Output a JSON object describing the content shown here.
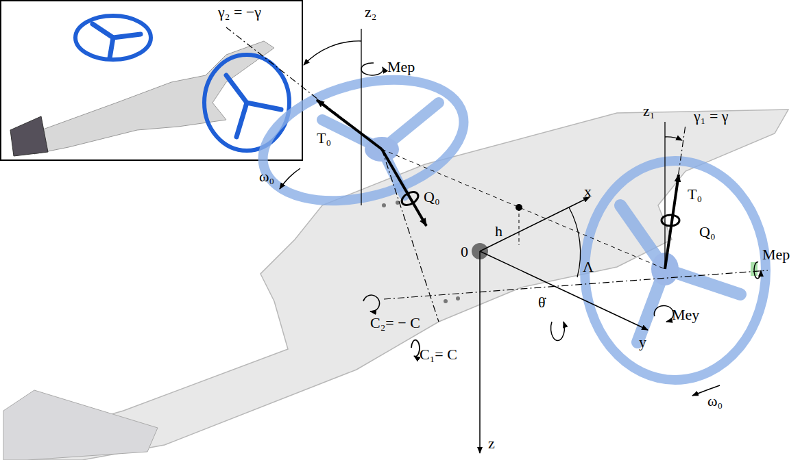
{
  "diagram": {
    "labels": [
      "γ₂ = −γ",
      "z₂",
      "Mep",
      "T₀",
      "ω₀",
      "Q₀",
      "h",
      "x",
      "Λ",
      "0",
      "C₂= − C",
      "C₁= C",
      "θ̇",
      "y",
      "Mey",
      "z",
      "z₁",
      "γ₁ = γ",
      "T₀",
      "Q₀",
      "Mep",
      "ω₀"
    ]
  }
}
